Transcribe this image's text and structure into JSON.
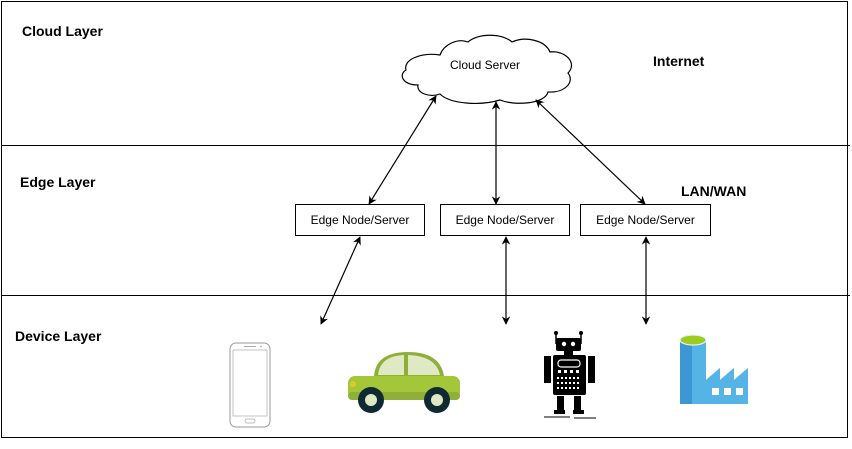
{
  "diagram": {
    "layers": [
      {
        "id": "cloud",
        "label": "Cloud Layer"
      },
      {
        "id": "edge",
        "label": "Edge Layer"
      },
      {
        "id": "device",
        "label": "Device Layer"
      }
    ],
    "network_labels": {
      "cloud_to_edge": "Internet",
      "edge_to_device": "LAN/WAN"
    },
    "cloud_server": {
      "label": "Cloud Server",
      "icon": "cloud-icon"
    },
    "edge_nodes": [
      {
        "label": "Edge Node/Server"
      },
      {
        "label": "Edge Node/Server"
      },
      {
        "label": "Edge Node/Server"
      }
    ],
    "devices": [
      {
        "name": "smartphone",
        "icon": "smartphone-icon"
      },
      {
        "name": "car",
        "icon": "car-icon"
      },
      {
        "name": "robot",
        "icon": "robot-icon"
      },
      {
        "name": "factory",
        "icon": "factory-icon"
      }
    ],
    "connections": [
      {
        "from": "cloud_server",
        "to": "edge_nodes.0",
        "type": "bidirectional"
      },
      {
        "from": "cloud_server",
        "to": "edge_nodes.1",
        "type": "bidirectional"
      },
      {
        "from": "cloud_server",
        "to": "edge_nodes.2",
        "type": "bidirectional"
      },
      {
        "from": "edge_nodes.0",
        "to": "device-layer",
        "type": "bidirectional"
      },
      {
        "from": "edge_nodes.1",
        "to": "device-layer",
        "type": "bidirectional"
      },
      {
        "from": "edge_nodes.2",
        "to": "device-layer",
        "type": "bidirectional"
      }
    ],
    "colors": {
      "line": "#000000",
      "car_body": "#a4c639",
      "car_roof": "#8fae3a",
      "car_window": "#dfe9c4",
      "car_wheel": "#0f2a33",
      "factory_blue": "#3c97d3",
      "factory_light": "#55b3e6",
      "factory_top": "#9ccc1c"
    }
  }
}
